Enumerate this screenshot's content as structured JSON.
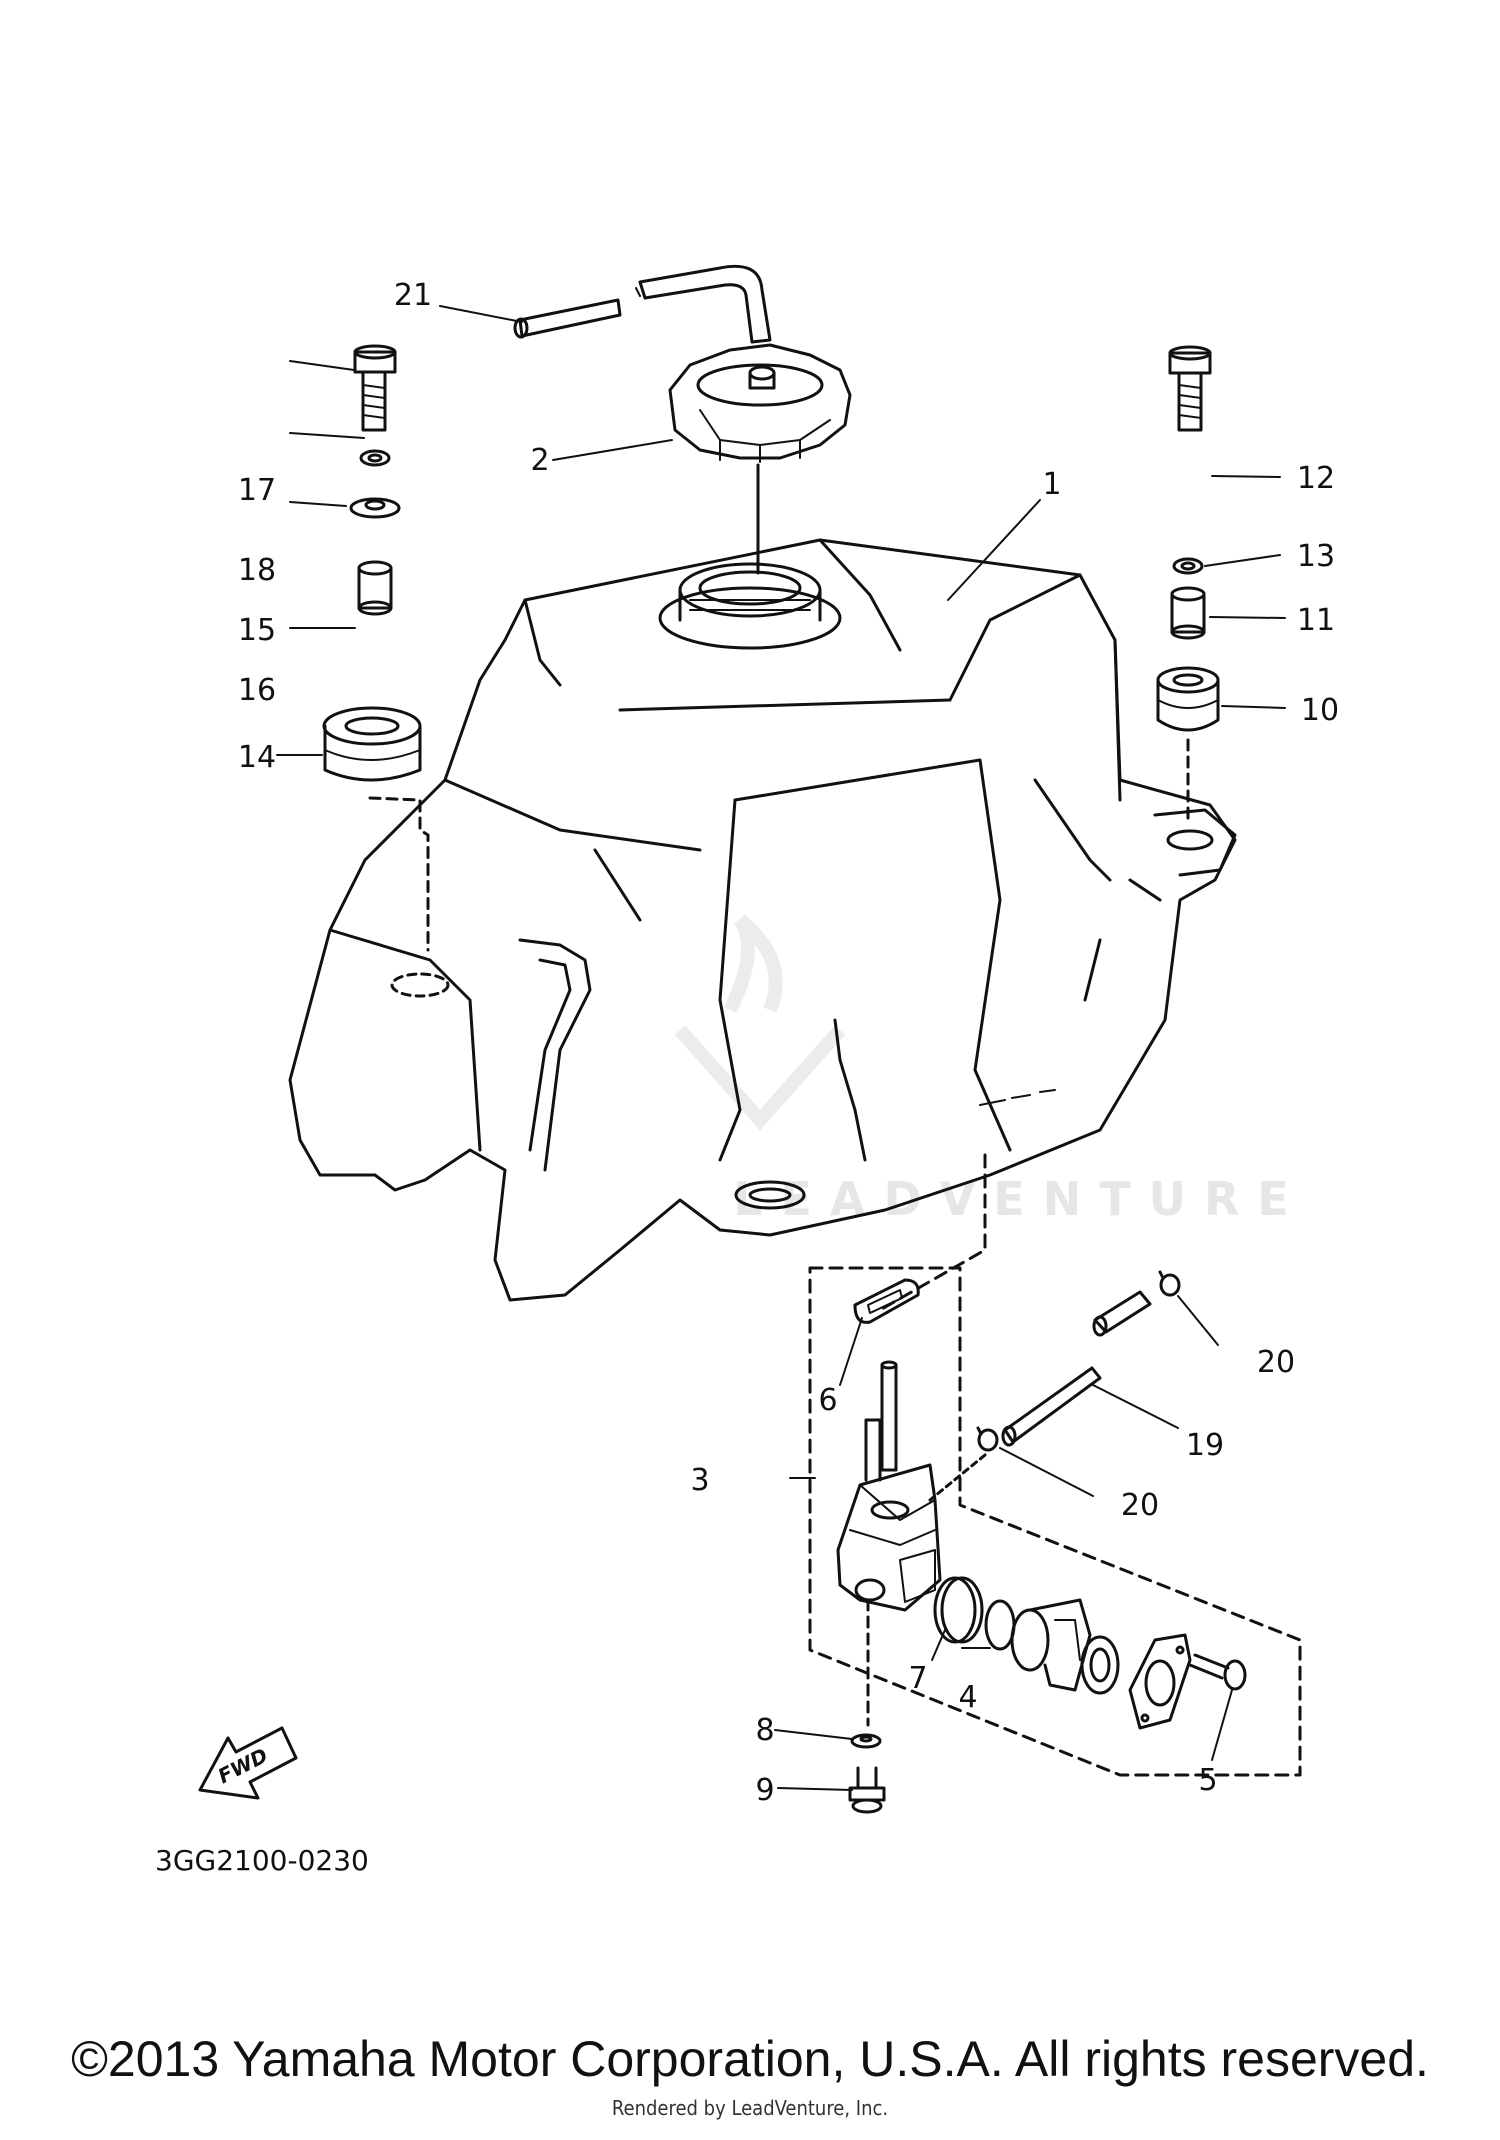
{
  "diagram": {
    "callouts": [
      {
        "id": "c1",
        "label": "1"
      },
      {
        "id": "c2",
        "label": "2"
      },
      {
        "id": "c3",
        "label": "3"
      },
      {
        "id": "c4",
        "label": "4"
      },
      {
        "id": "c5",
        "label": "5"
      },
      {
        "id": "c6",
        "label": "6"
      },
      {
        "id": "c7",
        "label": "7"
      },
      {
        "id": "c8",
        "label": "8"
      },
      {
        "id": "c9",
        "label": "9"
      },
      {
        "id": "c10",
        "label": "10"
      },
      {
        "id": "c11",
        "label": "11"
      },
      {
        "id": "c12",
        "label": "12"
      },
      {
        "id": "c13",
        "label": "13"
      },
      {
        "id": "c14",
        "label": "14"
      },
      {
        "id": "c15",
        "label": "15"
      },
      {
        "id": "c16",
        "label": "16"
      },
      {
        "id": "c17",
        "label": "17"
      },
      {
        "id": "c18",
        "label": "18"
      },
      {
        "id": "c19",
        "label": "19"
      },
      {
        "id": "c20a",
        "label": "20"
      },
      {
        "id": "c20b",
        "label": "20"
      },
      {
        "id": "c21",
        "label": "21"
      }
    ],
    "fwd_label": "FWD",
    "figure_code": "3GG2100-0230",
    "watermark": "LEADVENTURE"
  },
  "footer": {
    "copyright": "©2013 Yamaha Motor Corporation, U.S.A. All rights reserved.",
    "rendered_by": "Rendered by LeadVenture, Inc."
  }
}
